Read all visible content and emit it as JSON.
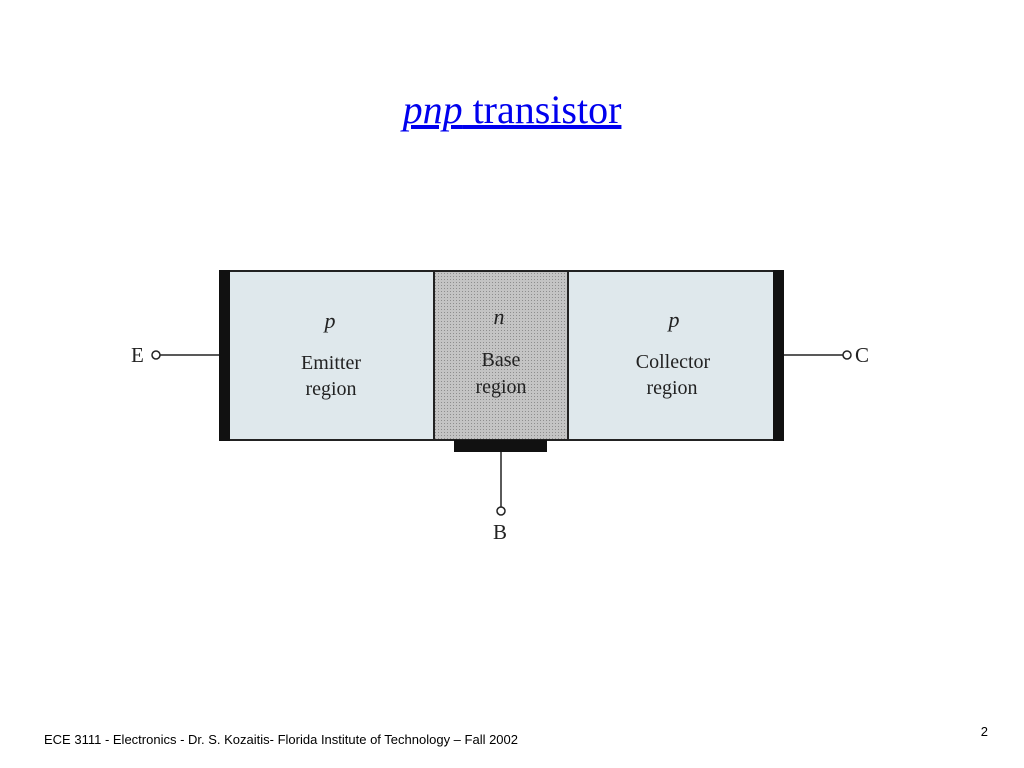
{
  "title": {
    "italic": "pnp",
    "rest": " transistor"
  },
  "diagram": {
    "regions": [
      {
        "type": "p",
        "line1": "Emitter",
        "line2": "region"
      },
      {
        "type": "n",
        "line1": "Base",
        "line2": "region"
      },
      {
        "type": "p",
        "line1": "Collector",
        "line2": "region"
      }
    ],
    "terminals": {
      "emitter": "E",
      "collector": "C",
      "base": "B"
    },
    "colors": {
      "emitter_fill": "#dfe8ec",
      "base_fill": "#b8b8b8",
      "collector_fill": "#dfe8ec",
      "contact": "#111111",
      "title_link": "#0000ee"
    }
  },
  "footer": {
    "text": "ECE 3111 - Electronics - Dr. S. Kozaitis- Florida Institute of Technology – Fall 2002",
    "page_number": "2"
  }
}
